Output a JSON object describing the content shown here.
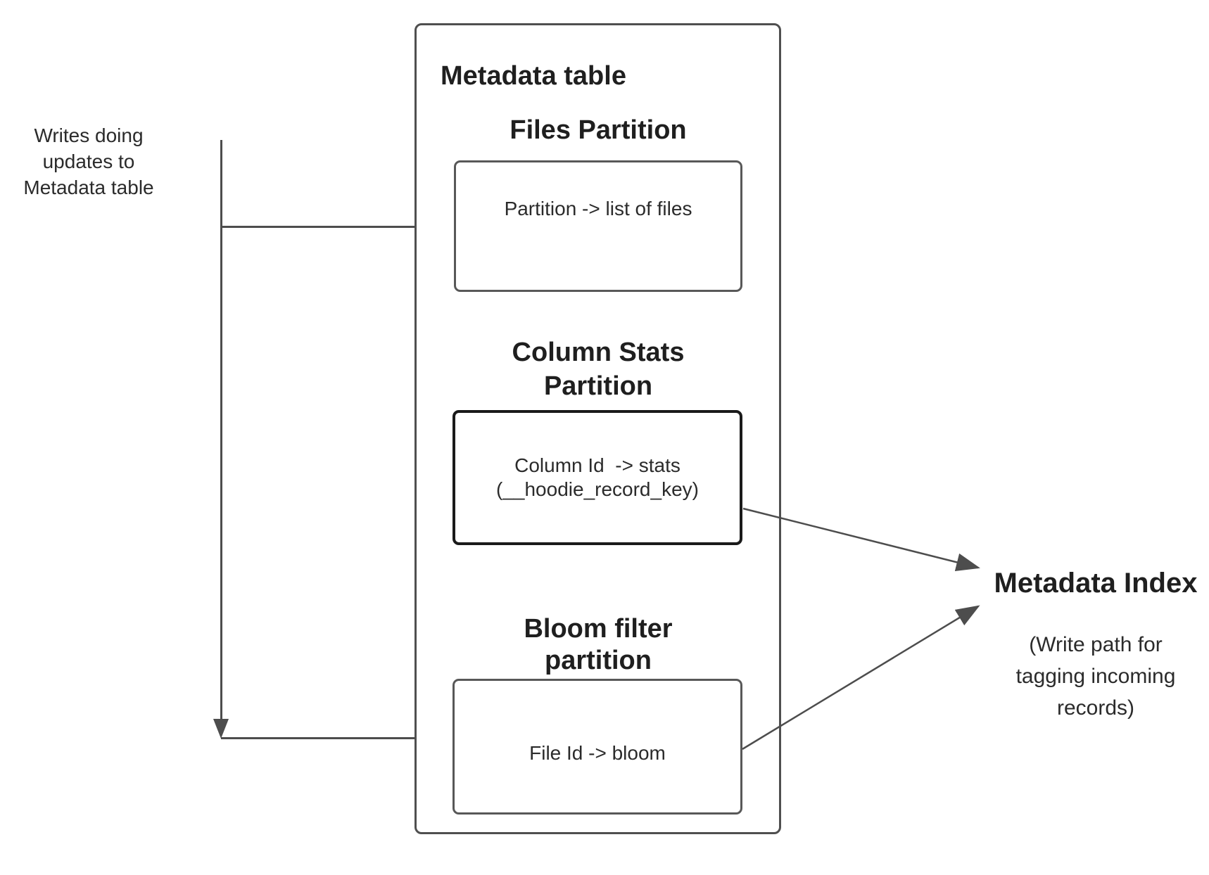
{
  "diagram": {
    "writes_label": "Writes doing\nupdates to\nMetadata table",
    "metadata_table": {
      "title": "Metadata table",
      "partitions": [
        {
          "heading": "Files Partition",
          "box_text": "Partition -> list of files"
        },
        {
          "heading": "Column Stats\nPartition",
          "box_text": "Column Id  -> stats\n(__hoodie_record_key)"
        },
        {
          "heading": "Bloom filter\npartition",
          "box_text": "File Id -> bloom"
        }
      ]
    },
    "metadata_index": {
      "title": "Metadata Index",
      "subtitle": "(Write path for\ntagging incoming\nrecords)"
    },
    "colors": {
      "background": "#ffffff",
      "text": "#2b2b2b",
      "connector_line": "#4d4d4d",
      "container_border": "#4f4f4f",
      "box_border": "#585858",
      "dark_box_border": "#1a1a1a"
    }
  }
}
